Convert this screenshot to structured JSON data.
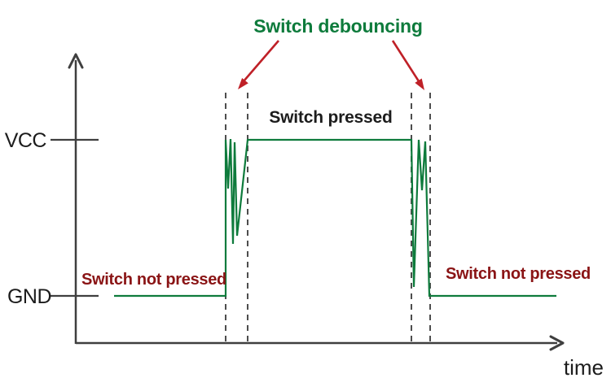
{
  "title": {
    "text": "Switch debouncing"
  },
  "axis": {
    "vcc_label": "VCC",
    "gnd_label": "GND",
    "time_label": "time"
  },
  "regions": {
    "switch_pressed": "Switch pressed",
    "switch_not_pressed_left": "Switch not pressed",
    "switch_not_pressed_right": "Switch not pressed"
  },
  "signal": {
    "high_level": "VCC",
    "low_level": "GND",
    "bounce_zones": 2
  },
  "colors": {
    "signal_green": "#0e7b3c",
    "title_green": "#0e7b3c",
    "arrow_red": "#bf2027",
    "label_dark_red": "#8a1415",
    "axis_gray": "#3f3f3f",
    "dash_gray": "#4d4d4d",
    "text_black": "#1c1c1c",
    "background": "#ffffff"
  }
}
